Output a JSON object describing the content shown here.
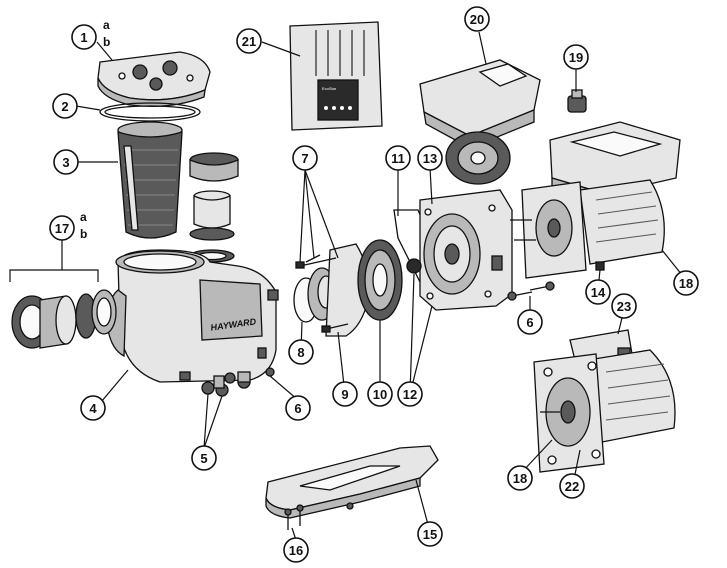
{
  "brand_label": "HAYWARD",
  "controller_label": "EcoStar",
  "callouts": [
    {
      "id": "1",
      "subs": [
        "a",
        "b"
      ]
    },
    {
      "id": "2"
    },
    {
      "id": "3"
    },
    {
      "id": "4"
    },
    {
      "id": "5"
    },
    {
      "id": "6"
    },
    {
      "id": "6b",
      "label": "6"
    },
    {
      "id": "7"
    },
    {
      "id": "8"
    },
    {
      "id": "9"
    },
    {
      "id": "10"
    },
    {
      "id": "11"
    },
    {
      "id": "12"
    },
    {
      "id": "13"
    },
    {
      "id": "14"
    },
    {
      "id": "15"
    },
    {
      "id": "16"
    },
    {
      "id": "17",
      "subs": [
        "a",
        "b"
      ]
    },
    {
      "id": "18"
    },
    {
      "id": "18b",
      "label": "18"
    },
    {
      "id": "19"
    },
    {
      "id": "20"
    },
    {
      "id": "21"
    },
    {
      "id": "22"
    },
    {
      "id": "23"
    }
  ]
}
